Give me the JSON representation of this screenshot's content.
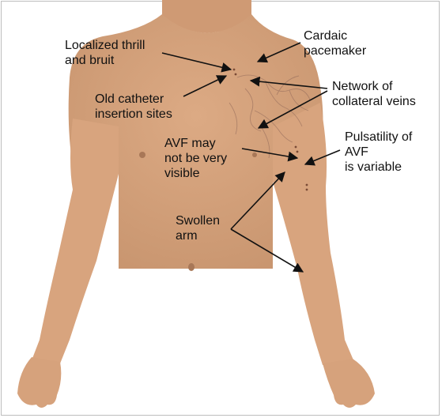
{
  "colors": {
    "skin": "#d8a47e",
    "skin_shadow": "#c58f69",
    "veins": "#9e7460",
    "arrow": "#111111",
    "text": "#111111",
    "border": "#bdbdbd"
  },
  "labels": {
    "thrill": "Localized thrill\nand bruit",
    "pacemaker": "Cardaic\npacemaker",
    "catheter": "Old catheter\ninsertion sites",
    "veins": "Network of\ncollateral veins",
    "avf_visible": "AVF may\nnot be very\nvisible",
    "pulsatility": "Pulsatility of\nAVF\nis variable",
    "swollen": "Swollen\narm"
  }
}
